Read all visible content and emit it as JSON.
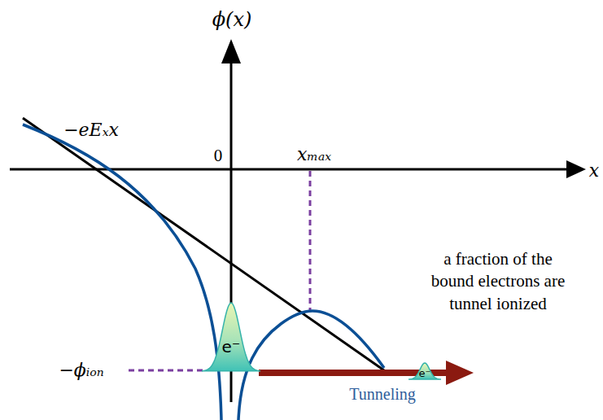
{
  "diagram": {
    "nodes": [
      {
        "text": [
          "e⁻"
        ]
      },
      {
        "text": [
          "e⁻"
        ]
      }
    ],
    "labels": [
      "ϕ(x)",
      "−eEₓx",
      "0",
      "xₘₐₓ",
      "x",
      "−ϕᵢₒₙ",
      "a fraction of the bound electrons are tunnel ionized",
      "Tunneling"
    ]
  }
}
